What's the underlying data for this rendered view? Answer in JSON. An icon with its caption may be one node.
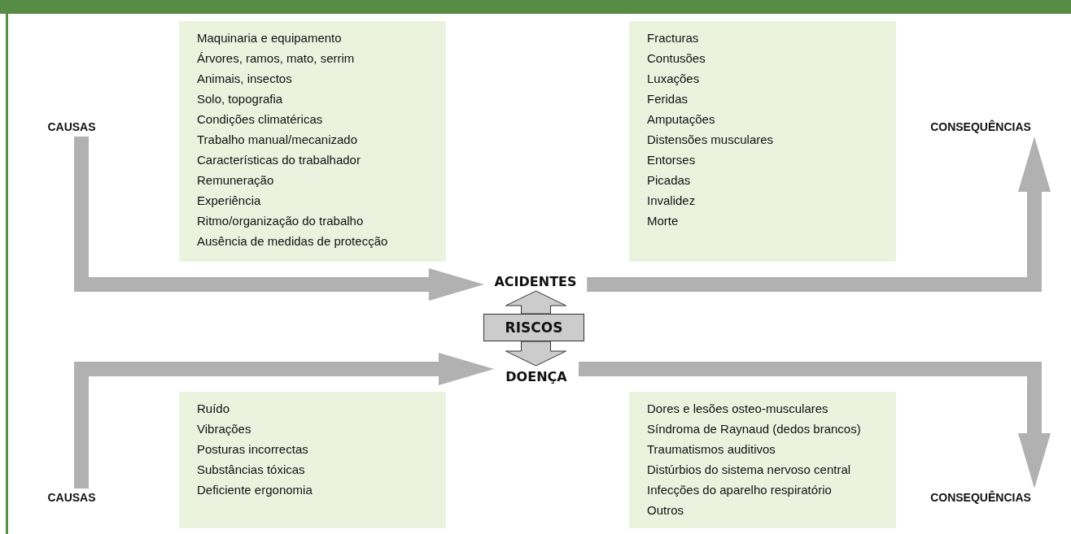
{
  "diagram": {
    "nodes": [
      {
        "text": [
          "CAUSAS"
        ]
      },
      {
        "text": [
          "Maquinaria e equipamento",
          "Árvores, ramos, mato, serrim",
          "Animais, insectos",
          "Solo, topografia",
          "Condições climatéricas",
          "Trabalho manual/mecanizado",
          "Características do trabalhador",
          "Remuneração",
          "Experiência",
          "Ritmo/organização do trabalho",
          "Ausência de medidas de protecção"
        ]
      },
      {
        "text": [
          "Fracturas",
          "Contusões",
          "Luxações",
          "Feridas",
          "Amputações",
          "Distensões musculares",
          "Entorses",
          "Picadas",
          "Invalidez",
          "Morte"
        ]
      },
      {
        "text": [
          "CONSEQUÊNCIAS"
        ]
      },
      {
        "text": [
          "ACIDENTES"
        ]
      },
      {
        "text": [
          "RISCOS"
        ]
      },
      {
        "text": [
          "DOENÇA"
        ]
      },
      {
        "text": [
          "CAUSAS"
        ]
      },
      {
        "text": [
          "Ruído",
          "Vibrações",
          "Posturas incorrectas",
          "Substâncias tóxicas",
          "Deficiente ergonomia"
        ]
      },
      {
        "text": [
          "Dores e lesões osteo-musculares",
          "Síndroma de Raynaud (dedos brancos)",
          "Traumatismos auditivos",
          "Distúrbios do sistema nervoso central",
          "Infecções do aparelho respiratório",
          "Outros"
        ]
      },
      {
        "text": [
          "CONSEQUÊNCIAS"
        ]
      }
    ],
    "edges": [
      {
        "from": 0,
        "to": 4,
        "arrow": "to"
      },
      {
        "from": 5,
        "to": 4,
        "arrow": "to"
      },
      {
        "from": 5,
        "to": 6,
        "arrow": "to"
      },
      {
        "from": 4,
        "to": 3,
        "arrow": "to"
      },
      {
        "from": 7,
        "to": 6,
        "arrow": "to"
      },
      {
        "from": 6,
        "to": 10,
        "arrow": "to"
      }
    ]
  }
}
